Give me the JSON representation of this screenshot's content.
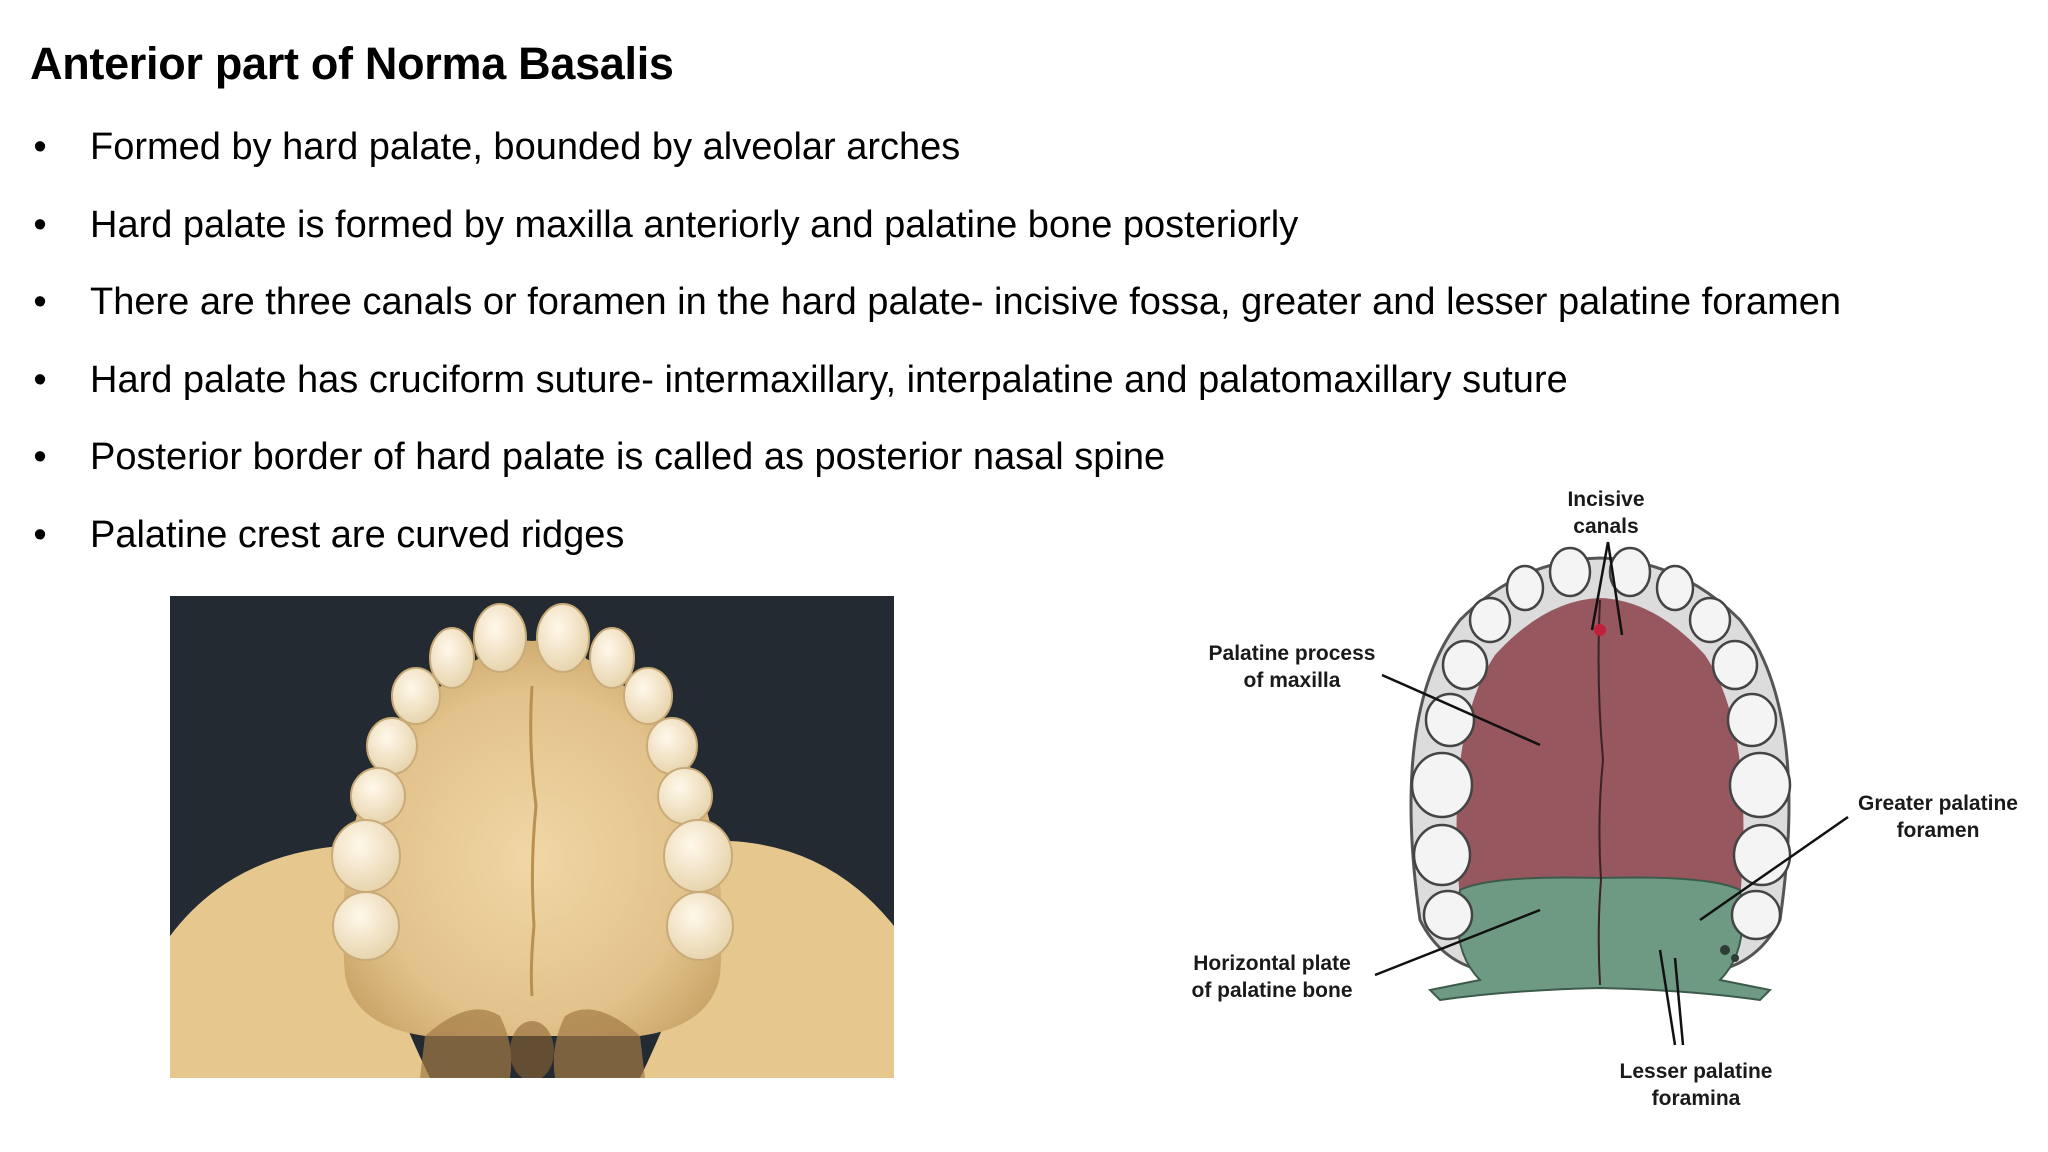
{
  "slide": {
    "title": "Anterior part of Norma Basalis",
    "bullet_glyph": "•",
    "bullets": [
      "Formed by hard palate, bounded by alveolar arches",
      "Hard palate is formed by maxilla anteriorly and palatine bone posteriorly",
      "There are three canals or foramen in the hard palate- incisive fossa, greater and lesser palatine foramen",
      "Hard palate has cruciform suture- intermaxillary, interpalatine and palatomaxillary suture",
      "Posterior border of hard palate is called as posterior nasal spine",
      "Palatine crest are curved ridges"
    ]
  },
  "diagram": {
    "labels": {
      "incisive_canals": [
        "Incisive",
        "canals"
      ],
      "palatine_process": [
        "Palatine process",
        "of maxilla"
      ],
      "greater_palatine": [
        "Greater palatine",
        "foramen"
      ],
      "horizontal_plate": [
        "Horizontal plate",
        "of palatine bone"
      ],
      "lesser_palatine": [
        "Lesser palatine",
        "foramina"
      ]
    }
  },
  "colors": {
    "photo_background": "#232a31",
    "bone": "#e9cf9c",
    "maxilla_palate": "#8a3f48",
    "palatine_bone": "#6e9a83",
    "tooth": "#f2f2f2"
  }
}
